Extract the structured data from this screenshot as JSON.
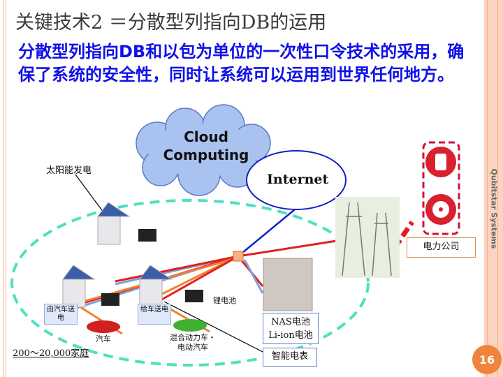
{
  "slide": {
    "title": "关键技术2 ＝分散型列指向DB的运用",
    "body": "分散型列指向DB和以包为单位的一次性口令技术的采用，确保了系统的安全性，同时让系统可以运用到世界任何地方。",
    "brand": "Qubitstar Systems",
    "page_number": "16"
  },
  "diagram": {
    "cloud": [
      "Cloud",
      "Computing"
    ],
    "internet": "Internet",
    "solar": "太阳能发电",
    "lithium": "锂电池",
    "v2h": "由汽车送电",
    "h2v": "给车送电",
    "car": "汽车",
    "hybrid": "混合动力车・电动汽车",
    "households": "200〜20,000家庭",
    "nas": "NAS电池",
    "liion": "Li-ion电池",
    "meter": "智能电表",
    "power_company": "电力公司"
  },
  "colors": {
    "accent": "#f0843c",
    "body_text": "#1010e8",
    "dash_ellipse": "#4fe0c0",
    "red_line": "#e02020",
    "blue_line": "#1020d0"
  }
}
